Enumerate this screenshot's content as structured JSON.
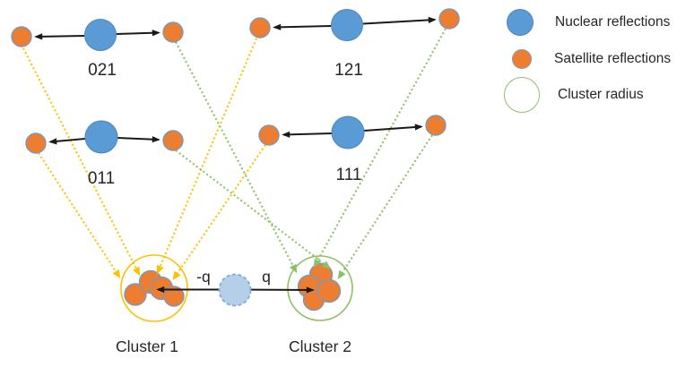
{
  "legend": {
    "items": [
      {
        "label": "Nuclear reflections",
        "swatch": "nuclear-reflection-swatch"
      },
      {
        "label": "Satellite reflections",
        "swatch": "satellite-reflection-swatch"
      },
      {
        "label": "Cluster radius",
        "swatch": "cluster-radius-swatch"
      }
    ]
  },
  "groups": [
    {
      "label": "021"
    },
    {
      "label": "121"
    },
    {
      "label": "011"
    },
    {
      "label": "111"
    }
  ],
  "clusters": [
    {
      "label": "Cluster 1"
    },
    {
      "label": "Cluster 2"
    }
  ],
  "vector_labels": {
    "minus_q": "-q",
    "q": "q"
  },
  "colors": {
    "nuclear_fill": "#5B9BD5",
    "nuclear_stroke": "#4A86C0",
    "satellite_fill": "#ED7D31",
    "satellite_stroke": "#7C99B8",
    "cluster1_ring": "#FFC000",
    "cluster2_ring": "#8CC168",
    "yellow_arrow": "#FFC000",
    "green_arrow": "#8CC168",
    "modulation_fill": "#B5CFE9",
    "modulation_stroke": "#7FACD6",
    "arrow_black": "#1a1a1a",
    "text": "#262626"
  }
}
